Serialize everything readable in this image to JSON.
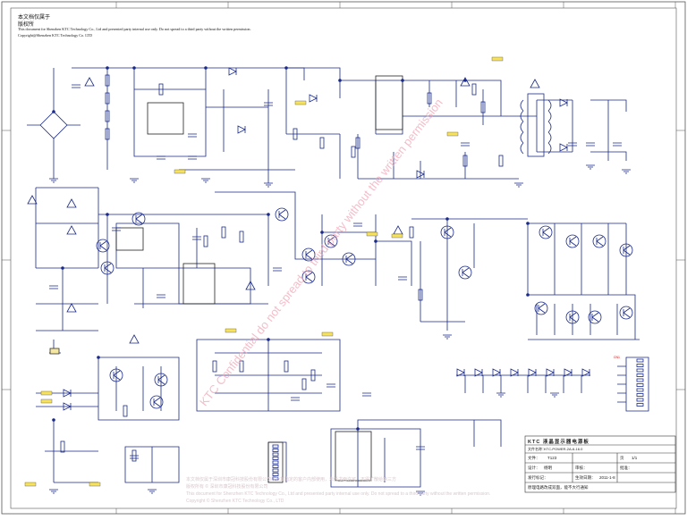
{
  "header": {
    "line1": "本文档仅属于",
    "line2": "版权所",
    "line3": "This document for Shenzhen KTC Technology Co., Ltd and presented party internal use only. Do not spread to a third party without the written permission.",
    "line4": "Copyright@Shenzhen KTC Technology Co. LTD"
  },
  "watermark": {
    "text": "KTC Confidential do not spread to third party without the written permission"
  },
  "footer": {
    "cn1": "本文档仅属于深圳市康冠科技股份有限公司以及其指定的客户内部使用，未经书面许可，不得扩散给第三方",
    "cn2": "版权所有 © 深圳市康冠科技股份有限公司",
    "en1": "This document for Shenzhen KTC Technology Co., Ltd and presented party internal use only. Do not spread to a third party without the written permission.",
    "en2": "Copyright © Shenzhen KTC Technology Co., LTD"
  },
  "title_block": {
    "title": "KTC 液晶显示器电源板",
    "file_name_label": "文件名称：",
    "file_name": "KTC-POWER-2A-6-16.0",
    "model_label": "文件：",
    "model": "T123",
    "page_label": "页",
    "page_value": "1/1",
    "designer_label": "设计：",
    "designer": "杨明",
    "reviewer_label": "审核：",
    "approver_label": "批准：",
    "drawing_label": "发行标记：",
    "date_label": "生效日期：",
    "date": "2011-1-8",
    "note": "原理电路改成双面，能不大行通知"
  },
  "connector": {
    "label": "CN1"
  }
}
